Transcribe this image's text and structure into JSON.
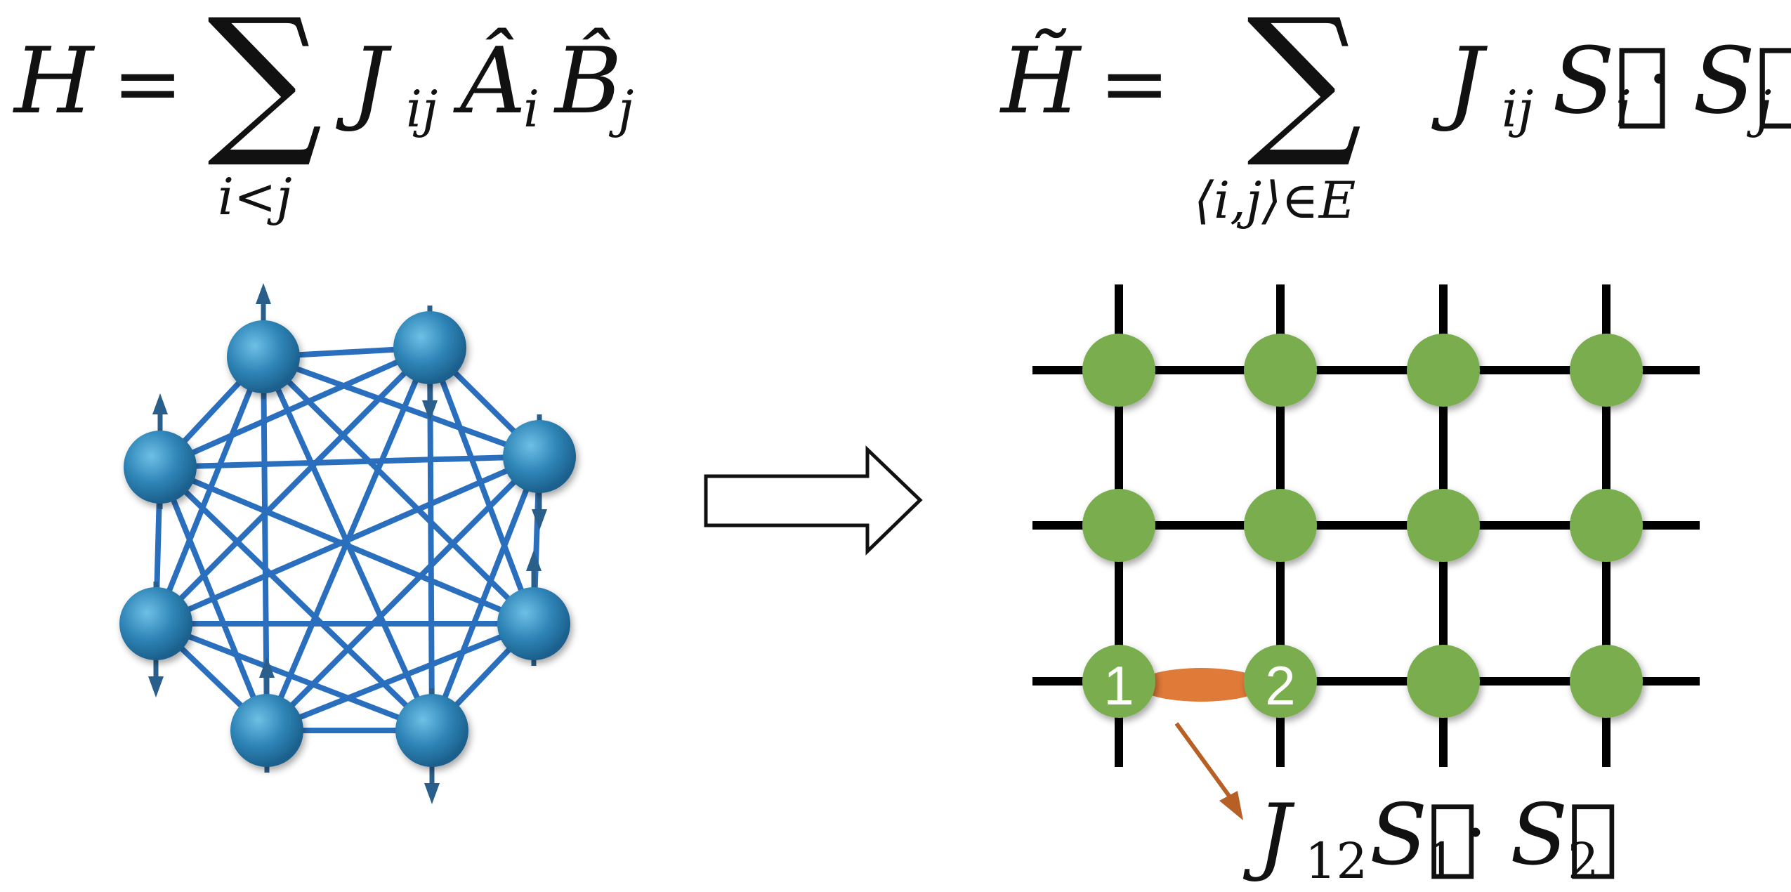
{
  "left_equation": {
    "lhs": "H",
    "eq": "=",
    "sum": "∑",
    "sum_sub": "i<j",
    "J": "J",
    "J_sub": "ij",
    "A": "Â",
    "A_sub": "i",
    "B": "B̂",
    "B_sub": "j"
  },
  "right_equation": {
    "lhs": "H̃",
    "eq": "=",
    "sum": "∑",
    "sum_sub": "⟨i,j⟩∈E",
    "J": "J",
    "J_sub": "ij",
    "S1": "S⃗",
    "S1_sub": "i",
    "dot": "·",
    "S2": "S⃗",
    "S2_sub": "j"
  },
  "lattice": {
    "rows": 3,
    "cols": 4,
    "node_labels": {
      "site_1": "1",
      "site_2": "2"
    }
  },
  "bond_label": {
    "J": "J",
    "J_sub": "12",
    "S1": "S⃗",
    "S1_sub": "1",
    "dot": "·",
    "S2": "S⃗",
    "S2_sub": "2"
  },
  "colors": {
    "spin_blue": "#2f86b8",
    "edge_blue": "#2a6fbd",
    "node_green": "#7aad4e",
    "bond_orange": "#e07a38",
    "label_orange": "#c6691f",
    "ink": "#111111"
  }
}
